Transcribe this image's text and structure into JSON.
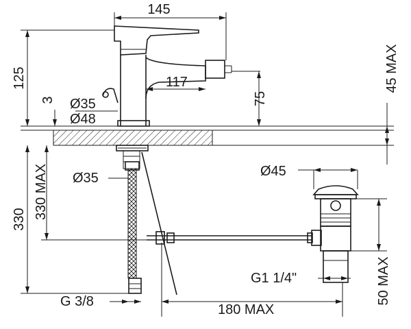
{
  "labels": {
    "width_145": "145",
    "height_125": "125",
    "thickness_3": "3",
    "dia_35_top": "Ø35",
    "dia_48": "Ø48",
    "reach_117": "117",
    "spout_75": "75",
    "max_45": "45 MAX",
    "max_330": "330 MAX",
    "len_330": "330",
    "dia_35_bottom": "Ø35",
    "dia_45": "Ø45",
    "thread_g1_14": "G1 1/4\"",
    "max_50": "50 MAX",
    "thread_g38": "G 3/8",
    "max_180": "180 MAX"
  }
}
